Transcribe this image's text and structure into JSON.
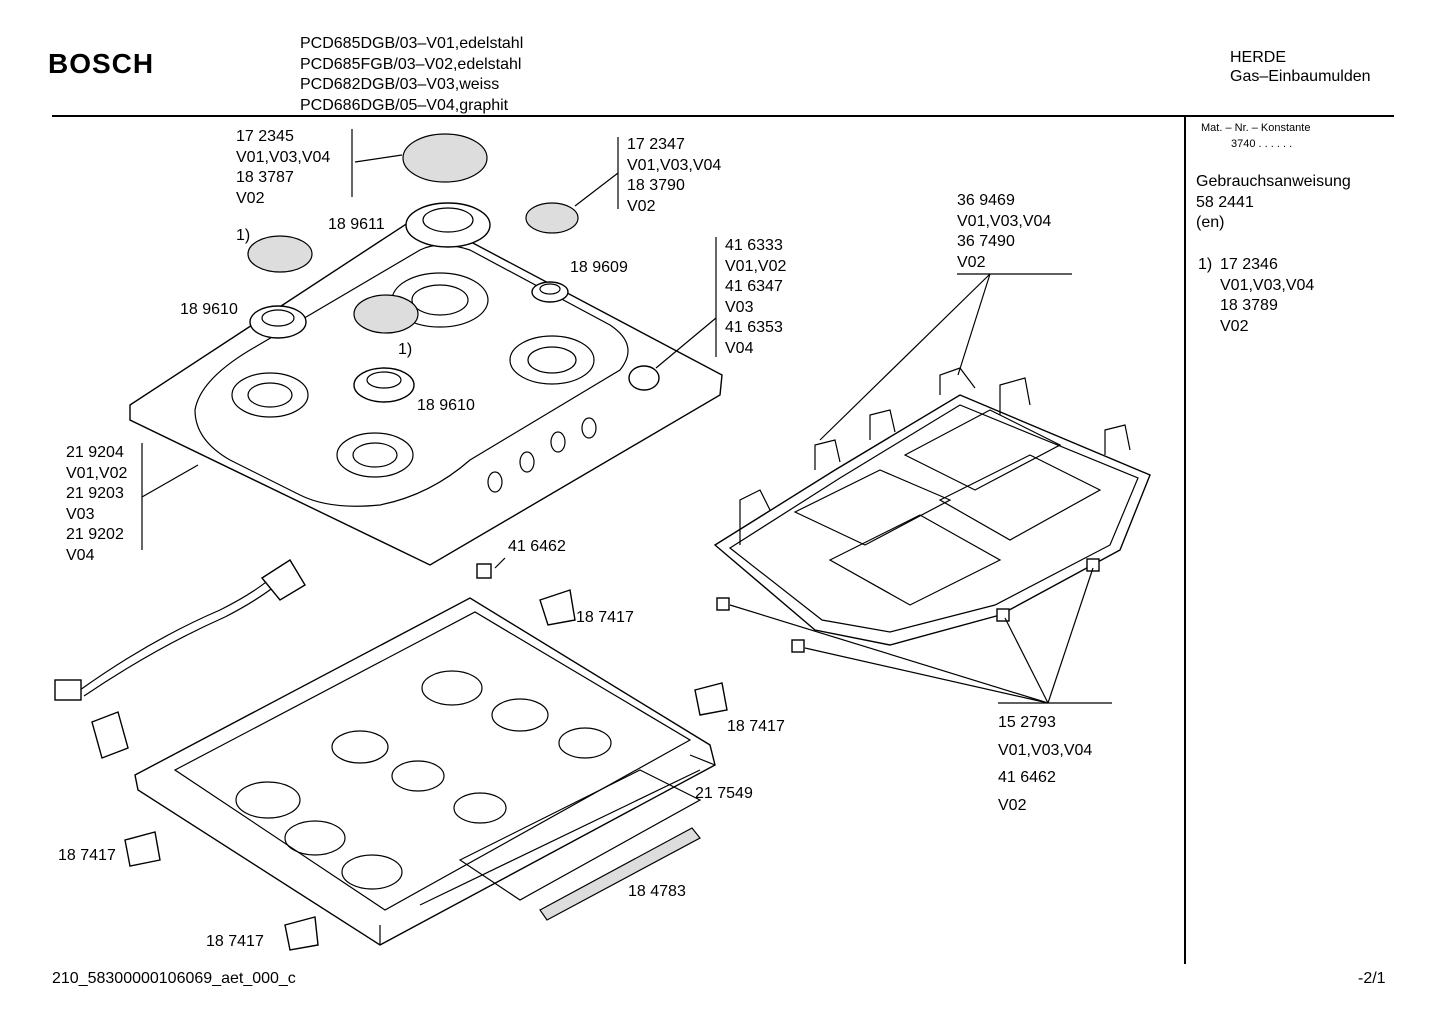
{
  "header": {
    "brand": "BOSCH",
    "models": [
      "PCD685DGB/03–V01,edelstahl",
      "PCD685FGB/03–V02,edelstahl",
      "PCD682DGB/03–V03,weiss",
      "PCD686DGB/05–V04,graphit"
    ],
    "category_line1": "HERDE",
    "category_line2": "Gas–Einbaumulden"
  },
  "sidebar": {
    "mat_nr_label": "Mat. – Nr. – Konstante",
    "mat_nr_value": "3740 . . . . . .",
    "manual_title": "Gebrauchsanweisung",
    "manual_number": "58 2441",
    "manual_lang": "(en)",
    "footnote_marker": "1)",
    "footnote_lines": [
      "17 2346",
      "V01,V03,V04",
      "18 3789",
      "V02"
    ]
  },
  "labels": {
    "cap_large": [
      "17 2345",
      "V01,V03,V04",
      "18 3787",
      "V02"
    ],
    "cap_right": [
      "17 2347",
      "V01,V03,V04",
      "18 3790",
      "V02"
    ],
    "burner_big": "18 9611",
    "burner_right": "18 9609",
    "burner_left": "18 9610",
    "burner_front": "18 9610",
    "footnote_a": "1)",
    "footnote_b": "1)",
    "knob": [
      "41 6333",
      "V01,V02",
      "41 6347",
      "V03",
      "41 6353",
      "V04"
    ],
    "hob_plate": [
      "21 9204",
      "V01,V02",
      "21 9203",
      "V03",
      "21 9202",
      "V04"
    ],
    "small_part": "41 6462",
    "clip_a": "18 7417",
    "clip_b": "18 7417",
    "clip_c": "18 7417",
    "clip_d": "18 7417",
    "rail": "21 7549",
    "strip": "18 4783",
    "grate": [
      "36 9469",
      "V01,V03,V04",
      "36 7490",
      "V02"
    ],
    "feet": [
      "15 2793",
      "V01,V03,V04",
      "41 6462",
      "V02"
    ]
  },
  "footer": {
    "doc_id": "210_58300000106069_aet_000_c",
    "page": "-2/1"
  }
}
